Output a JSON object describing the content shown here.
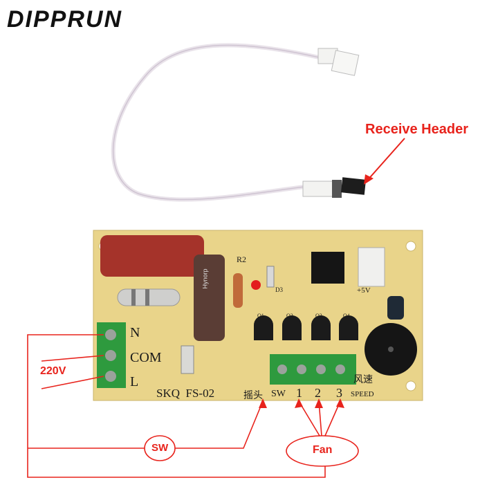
{
  "brand": {
    "logo_text": "DIPPRUN"
  },
  "annotations": {
    "receive_header": "Receive Header",
    "voltage": "220V",
    "sw_bubble": "SW",
    "fan_bubble": "Fan"
  },
  "board": {
    "terminal_labels": [
      "N",
      "COM",
      "L"
    ],
    "model": "SKQ  FS-02",
    "swing_cn": "摇头",
    "sw": "SW",
    "speed_cn": "风速",
    "speed_numbers": [
      "1",
      "2",
      "3"
    ],
    "speed_en": "SPEED",
    "r2": "R2",
    "plus_5v": "+5V",
    "d3": "D3",
    "capacitor_brand": "Hynorp",
    "transistor_labels": [
      "Q1",
      "Q2",
      "Q3",
      "Q4"
    ]
  },
  "colors": {
    "annotation_red": "#e8231c",
    "board_yellow": "#e9d48a",
    "terminal_green": "#2e9a3e",
    "capacitor_red": "#a5332a"
  }
}
